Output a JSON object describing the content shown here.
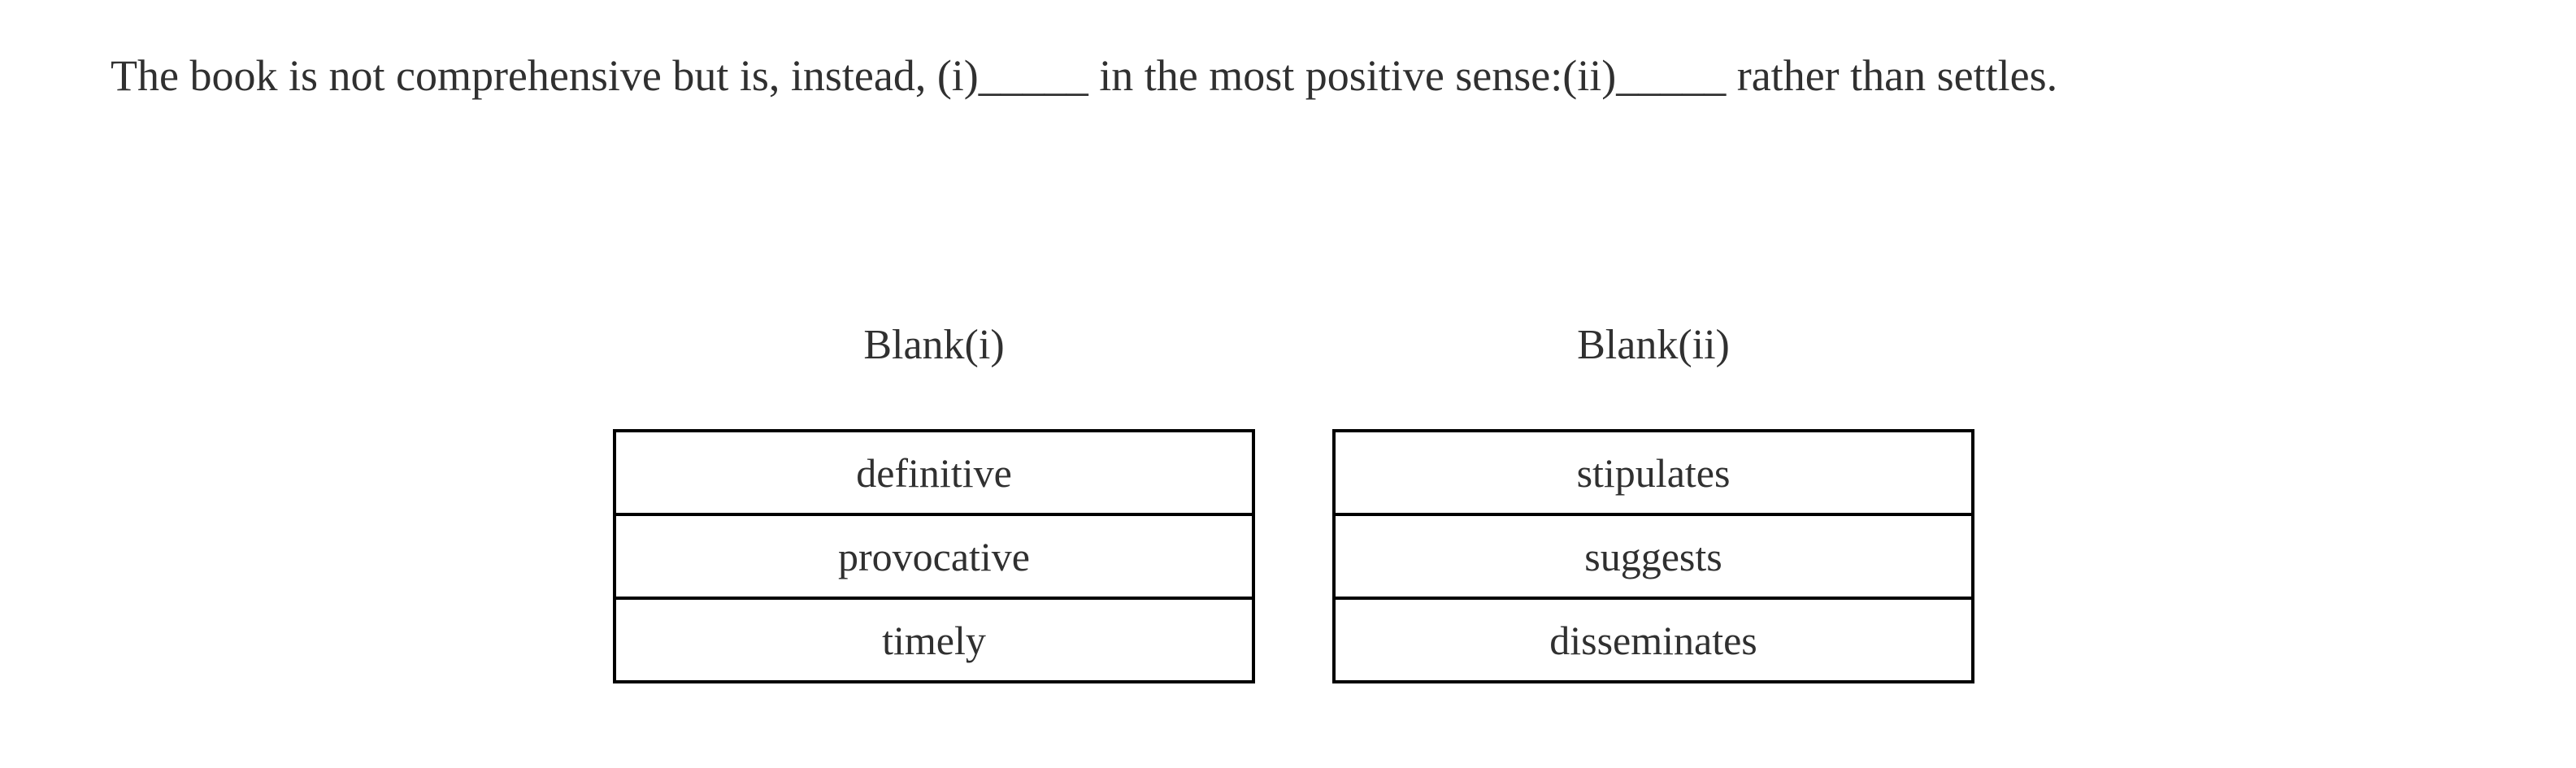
{
  "question": {
    "part_before_blank_i": "The book is not comprehensive but is, instead, (i)",
    "blank_i": "_____",
    "part_between_blanks": " in the most positive sense:(ii)",
    "blank_ii": "_____",
    "part_after_blank_ii": " rather than settles."
  },
  "blank_i_column": {
    "header": "Blank(i)",
    "options": [
      "definitive",
      "provocative",
      "timely"
    ]
  },
  "blank_ii_column": {
    "header": "Blank(ii)",
    "options": [
      "stipulates",
      "suggests",
      "disseminates"
    ]
  },
  "colors": {
    "text": "#303030",
    "table_border": "#000000",
    "background": "#ffffff"
  }
}
